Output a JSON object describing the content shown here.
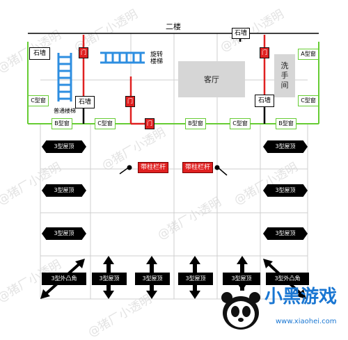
{
  "title": "二楼",
  "stone_wall": "石墙",
  "door": "门",
  "spiral_stairs": "旋转\n楼梯",
  "normal_stairs": "普通楼梯",
  "living_room": "客厅",
  "washroom": [
    "洗",
    "手",
    "间"
  ],
  "window_a": "A型窗",
  "window_b": "B型窗",
  "window_c": "C型窗",
  "railing": "带柱栏杆",
  "roof_3": "3型屋顶",
  "corner_3": "3型外凸角",
  "watermark": "@猪厂小透明",
  "logo_text": "小黑游戏",
  "logo_url": "www.xiaohei.com",
  "colors": {
    "wall_green": "#66cc33",
    "stairs_blue": "#2d8ee0",
    "wall_red": "#e02020",
    "roof_black": "#000000",
    "room_gray": "#d6d6d6"
  }
}
